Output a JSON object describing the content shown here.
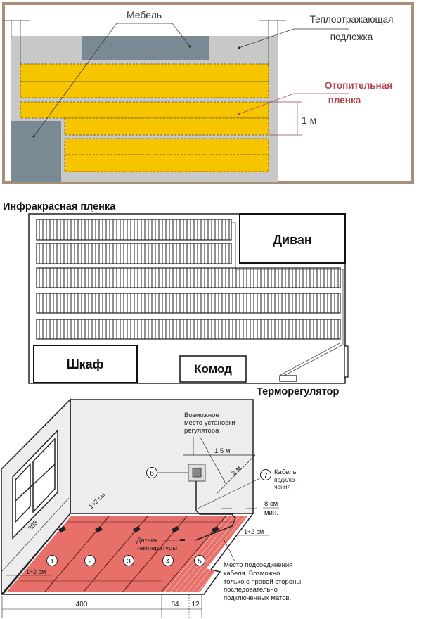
{
  "panel1": {
    "furniture_label": "Мебель",
    "underlay_label_1": "Теплоотражающая",
    "underlay_label_2": "подложка",
    "film_label_1": "Отопительная",
    "film_label_2": "пленка",
    "dimension": "1 м",
    "colors": {
      "frame": "#a89078",
      "underlay": "#c8c8c8",
      "furniture": "#7a8a94",
      "film": "#f7c400",
      "film_label": "#b5404a"
    }
  },
  "panel2": {
    "title": "Инфракрасная пленка",
    "sofa": "Диван",
    "wardrobe": "Шкаф",
    "dresser": "Комод",
    "thermostat": "Терморегулятор"
  },
  "panel3": {
    "regulator_place": [
      "Возможное",
      "место установки",
      "регулятора"
    ],
    "dim_1_5m": "1,5 м",
    "dim_2m": "2 м",
    "marker_6": "6",
    "marker_7": "7",
    "cable_label": [
      "Кабель",
      "подклю-",
      "чения"
    ],
    "gap_8cm": [
      "8 см",
      "мин."
    ],
    "gap_1_2cm": "1÷2 см",
    "dim_303": "303",
    "sensor_label": [
      "Датчик",
      "температуры"
    ],
    "mats": [
      "1",
      "2",
      "3",
      "4",
      "5"
    ],
    "connection_note": [
      "Место подсоединения",
      "кабеля. Возможно",
      "только с правой стороны",
      "последовательно",
      "подключенных матов."
    ],
    "dim_400": "400",
    "dim_84": "84",
    "dim_12": "12",
    "colors": {
      "floor": "#e8706a",
      "wall": "#eeeded"
    }
  }
}
